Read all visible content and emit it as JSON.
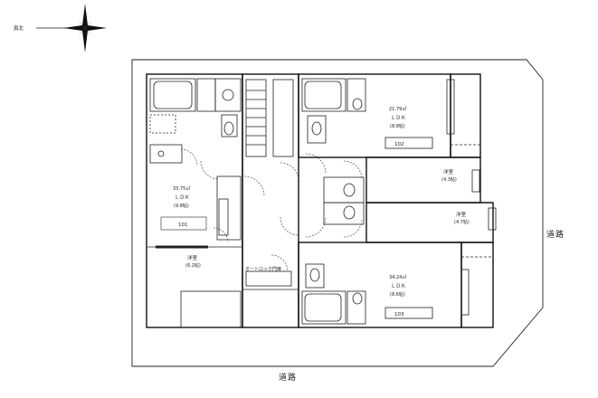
{
  "compass": {
    "label": "真北"
  },
  "roads": {
    "bottom": "道路",
    "right": "道路"
  },
  "units": [
    {
      "number": "101",
      "area": "33.75㎡",
      "type": "ＬＤＫ",
      "jo": "(9.8帖)"
    },
    {
      "number": "102",
      "area": "21.79㎡",
      "type": "ＬＤＫ",
      "jo": "(8.8帖)"
    },
    {
      "number": "103",
      "area": "34.24㎡",
      "type": "ＬＤＫ",
      "jo": "(8.6帖)"
    }
  ],
  "rooms": [
    {
      "name": "洋室",
      "jo": "(6.2帖)"
    },
    {
      "name": "洋室",
      "jo": "(4.3帖)"
    },
    {
      "name": "洋室",
      "jo": "(4.7帖)"
    }
  ],
  "gate": {
    "label": "オートロック門扉"
  }
}
